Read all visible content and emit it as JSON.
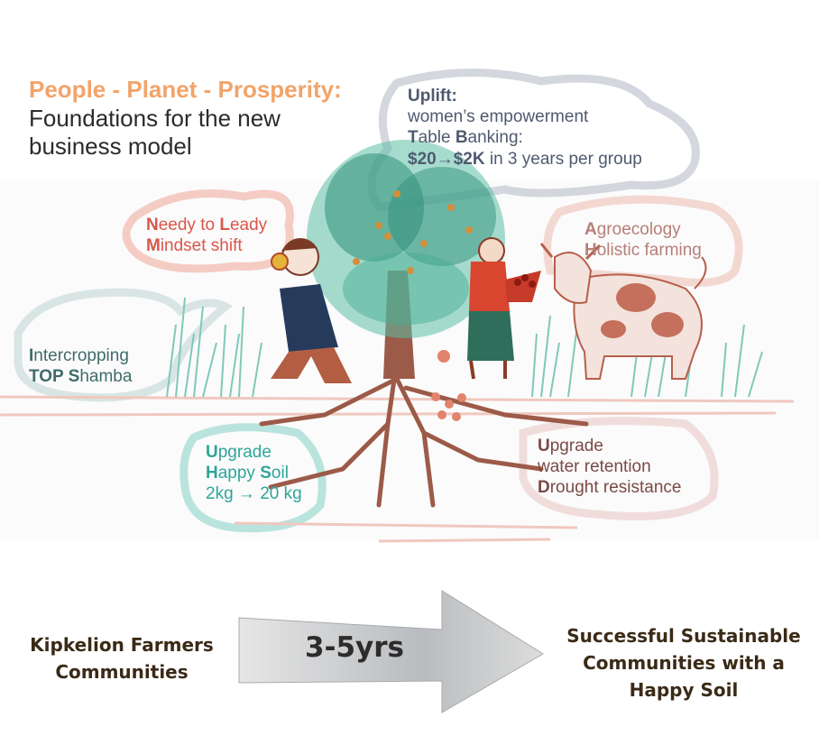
{
  "header": {
    "title_accent": "People - Planet - Prosperity:",
    "title_line2": "Foundations for the new",
    "title_line3": "business model"
  },
  "callouts": {
    "uplift": {
      "heading": "Uplift:",
      "line1": "women’s empowerment",
      "line2_t": "T",
      "line2_a": "able ",
      "line2_b": "B",
      "line2_c": "anking:",
      "line3_strong": "$20→$2K",
      "line3_rest": " in 3 years per group"
    },
    "needy": {
      "n": "N",
      "eedy": "eedy to ",
      "l": "L",
      "eady": "eady",
      "m": "M",
      "indset": "indset shift"
    },
    "agro": {
      "a": "A",
      "groecology": "groecology",
      "h": "H",
      "olistic": "olistic farming"
    },
    "inter": {
      "i": "I",
      "ntercropping": "ntercropping",
      "top": "TOP ",
      "s": "S",
      "hamba": "hamba"
    },
    "soil": {
      "u": "U",
      "pgrade": "pgrade",
      "h": "H",
      "appy": "appy ",
      "s": "S",
      "oil": "oil",
      "amount": "2kg → 20 kg"
    },
    "water": {
      "u": "U",
      "pgrade": "pgrade",
      "line2": "water retention",
      "d": "D",
      "rought": "rought resistance"
    }
  },
  "bottom": {
    "left_line1": "Kipkelion Farmers",
    "left_line2": "Communities",
    "arrow_label": "3-5yrs",
    "right_line1": "Successful Sustainable",
    "right_line2": "Communities with a",
    "right_line3": "Happy Soil"
  },
  "colors": {
    "title_accent": "#f2a46a",
    "uplift": "#4f5a70",
    "needy": "#d9574b",
    "agro": "#b67f78",
    "inter": "#3f6c6a",
    "soil": "#2fa59a",
    "water": "#7a4a45"
  }
}
